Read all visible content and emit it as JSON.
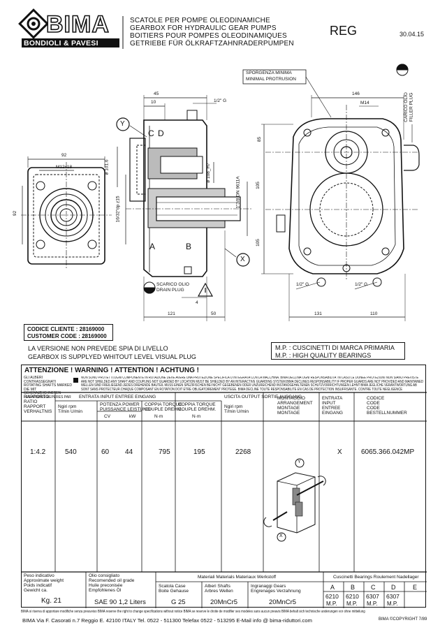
{
  "header": {
    "brand": "BIMA",
    "sub_brand": "BONDIOLI & PAVESI",
    "titles": [
      "SCATOLE PER POMPE OLEODINAMICHE",
      "GEARBOX FOR HYDRAULIC GEAR PUMPS",
      "BOITIERS POUR POMPES OLEODINAMIQUES",
      "GETRIEBE FÜR ÖLKRAFTZAHNRADERPUMPEN"
    ],
    "model": "REG",
    "date": "30.04.15"
  },
  "drawing": {
    "dims": {
      "d45": "45",
      "d10": "10",
      "g_half_top": "1/2\" G",
      "d146": "146",
      "m14": "M14",
      "d92_top": "92",
      "m12x18": "M12x18",
      "d92_side": "92",
      "d101_6": "ø 101.6",
      "d108_h7": "ø 108_H7",
      "spline": "16/32\"dp z15",
      "shaft": "1\"3/8 DN 9611A",
      "d85": "85",
      "d105a": "105",
      "d105b": "105",
      "d4": "4",
      "d121": "121",
      "d50": "50",
      "d131": "131",
      "d110": "110",
      "g_half_l": "1/2\" G",
      "g_half_r": "1/2\" G"
    },
    "labels": {
      "y": "Y",
      "x": "X",
      "c": "C",
      "d": "D",
      "a": "A",
      "b": "B",
      "sporgenza": "SPORGENZA MINIMA",
      "minimal": "MINIMAL PROTRUSION",
      "scarico": "SCARICO OLIO",
      "drain": "DRAIN PLUG",
      "carico": "CARICO OLIO",
      "filler": "FILLER PLUG"
    }
  },
  "codes": {
    "client": "CODICE CLIENTE : 28169000",
    "customer": "CUSTOMER CODE : 28169000"
  },
  "notes": {
    "level_it": "LA VERSIONE NON PREVEDE SPIA DI LIVELLO",
    "level_en": "GEARBOX IS SUPPLYED WHITOUT LEVEL VISUAL PLUG",
    "mp_it": "M.P. : CUSCINETTI DI MARCA PRIMARIA",
    "mp_en": "M.P. : HIGH QUALITY BEARINGS"
  },
  "warning": {
    "title": "ATTENZIONE !   WARNING !   ATTENTION !   ACHTUNG !",
    "left_lines": [
      "GLI ALBERI CONTRASSEGNATI",
      "ROTATING SHAFTS MARKED",
      "DIE MIT GEKENNZEICHNETEN",
      "LES ARBRES REPERES PAR"
    ],
    "right_lines": [
      "NON SONO PROTETTI.OGNI COMPONENTE IN ROTAZIONE DEVE AVERE UNA PROTEZIONE SPECIFICA O INTEGRATA CON LA MACCHINA. BIMA DECLINA OGNI RESPONSABILITA' IN CASO LE DONEE PROTEZIONI NON SIANO PREVISTE",
      "ARE NOT SHIELDED.ANY SHAFT AND COUPLING NOT GUARDED BY LOCATION MUST BE SHIELDED BY AN INTERACTIVE GUARDING SYSTEM.BIMA DECLINES RESPONSABILITY IF PROPER GUARDS ARE NOT PROVIDED AND MAINTAINED",
      "WELLEN SIND FREILIEGEND.JEDES DREHENDE BAUTEIL MUSS EINEN SPEZIFISCHEN BEI NICHT GEGEBENEN ODER UNZUREICHEND INSTANDGEHALTENEN SCHUTZVORRICHTUNGEN LEHNT BIMA JEGLICHE VERANTWORTUNG AB",
      "SONT SANS PROTECTEUR.CHAQUE COMPOSANT EN ROTATION DOIT ETRE OBLIGATOIREMENT PROTEGE. BIMA DECLINE TOUTE RESPONSABILITE EN CAS DE PROTECTION INSUFFISANTE. CONTRE TOUTE NEGLIGENCE"
    ]
  },
  "table": {
    "ratio_hdr": [
      "RAPPORTO",
      "RATIO",
      "RAPPORT",
      "VERHALTNIS"
    ],
    "input_hdr": "ENTRATA  INPUT  ENTREE  EINGANG",
    "output_hdr": "USCITA  OUTPUT  SORTIE  AUSGANG",
    "rpm_in": [
      "Ngiri  rpm",
      "T/min  U/min"
    ],
    "power_hdr": [
      "POTENZA POWER",
      "PUISSANCE LEISTUNG"
    ],
    "cv": "CV",
    "kw": "kW",
    "torque_in": [
      "COPPIA TORQUE",
      "COUPLE DREHM."
    ],
    "torque_out": [
      "COPPIA TORQUE",
      "COUPLE DREHM."
    ],
    "nm_in": "N·m",
    "nm_out": "N·m",
    "rpm_out": [
      "Ngiri  rpm",
      "T/min  U/min"
    ],
    "mount_hdr": [
      "MONTAGGIO",
      "ARRANGEMENT",
      "MONTAGE",
      "MONTAGE"
    ],
    "entry_hdr": [
      "ENTRATA",
      "INPUT",
      "ENTREE",
      "EINGANG"
    ],
    "code_hdr": [
      "CODICE",
      "CODE",
      "CODE",
      "BESTELLNUMMER"
    ],
    "row": {
      "ratio": "1:4.2",
      "rpm_in": "540",
      "cv": "60",
      "kw": "44",
      "torque_in": "795",
      "torque_out": "195",
      "rpm_out": "2268",
      "entry": "X",
      "code": "6065.366.042MP"
    },
    "mount_labels": {
      "y": "Y",
      "x": "X"
    }
  },
  "footer_table": {
    "weight_hdr": [
      "Peso indicativo",
      "Approximate weight",
      "Poids indicatif",
      "Gewicht ca."
    ],
    "weight": "Kg. 21",
    "oil_hdr": [
      "Olio consigliato",
      "Recomended oil grade",
      "Huile preconisée",
      "Empfohlenes Öl"
    ],
    "oil": "SAE 90  1,2 Liters",
    "materials_hdr": "Materiali  Materials  Materiaux  Werkstoff",
    "case_hdr": [
      "Scatola Case",
      "Boite Gehause"
    ],
    "case": "G 25",
    "shafts_hdr": [
      "Alberi Shafts",
      "Arbres Wellen"
    ],
    "shafts": "20MnCr5",
    "gears_hdr": [
      "Ingranaggi Gears",
      "Engrenages Verzahnung"
    ],
    "gears": "20MnCr5",
    "bearings_hdr": "Cuscinetti  Bearings  Roulement  Nadellager",
    "bearing_cols": [
      "A",
      "B",
      "C",
      "D",
      "E"
    ],
    "bearing_vals": [
      "6210",
      "6210",
      "6307",
      "6307",
      ""
    ],
    "bearing_mp": [
      "M.P.",
      "M.P.",
      "M.P.",
      "M.P.",
      ""
    ]
  },
  "footer": {
    "disclaimer": "BIMA si riserva di apportare modifiche senza preavviso   BIMA reserve the right to change specifications without notice   BIMA se reserve le droite de modifier ses modeles sans aucun preavis   BIMA behalt sich technische anderungen vor ohne mitteilung",
    "address": "BIMA Via F. Casorati n.7 Reggio E. 42100 ITALY Tel. 0522 - 511300  Telefax 0522 - 513295   E-Mail info @ bima-riduttori.com",
    "copyright": "BIMA ©COPYRIGHT 7/89"
  }
}
